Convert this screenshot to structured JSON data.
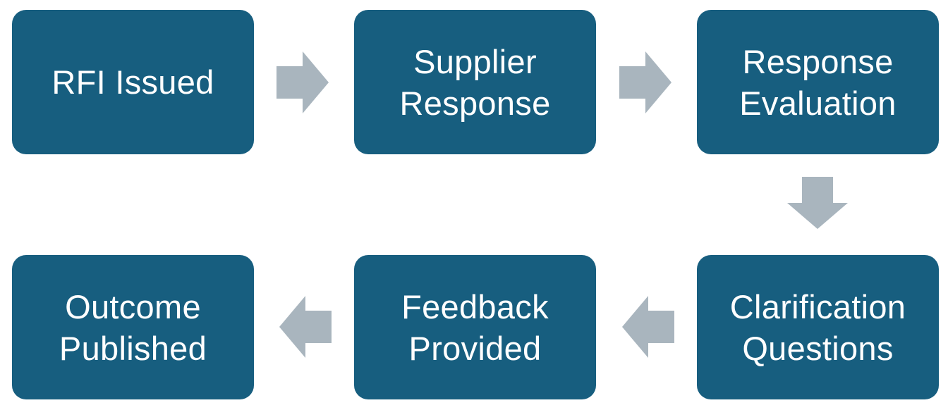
{
  "diagram": {
    "steps": [
      {
        "label": "RFI Issued"
      },
      {
        "label": "Supplier\nResponse"
      },
      {
        "label": "Response\nEvaluation"
      },
      {
        "label": "Clarification\nQuestions"
      },
      {
        "label": "Feedback\nProvided"
      },
      {
        "label": "Outcome\nPublished"
      }
    ],
    "colors": {
      "box": "#175e7f",
      "box_text": "#ffffff",
      "arrow": "#a9b5be",
      "background": "#ffffff"
    },
    "arrow_icons": [
      "arrow-right-icon",
      "arrow-right-icon",
      "arrow-down-icon",
      "arrow-left-icon",
      "arrow-left-icon"
    ]
  }
}
